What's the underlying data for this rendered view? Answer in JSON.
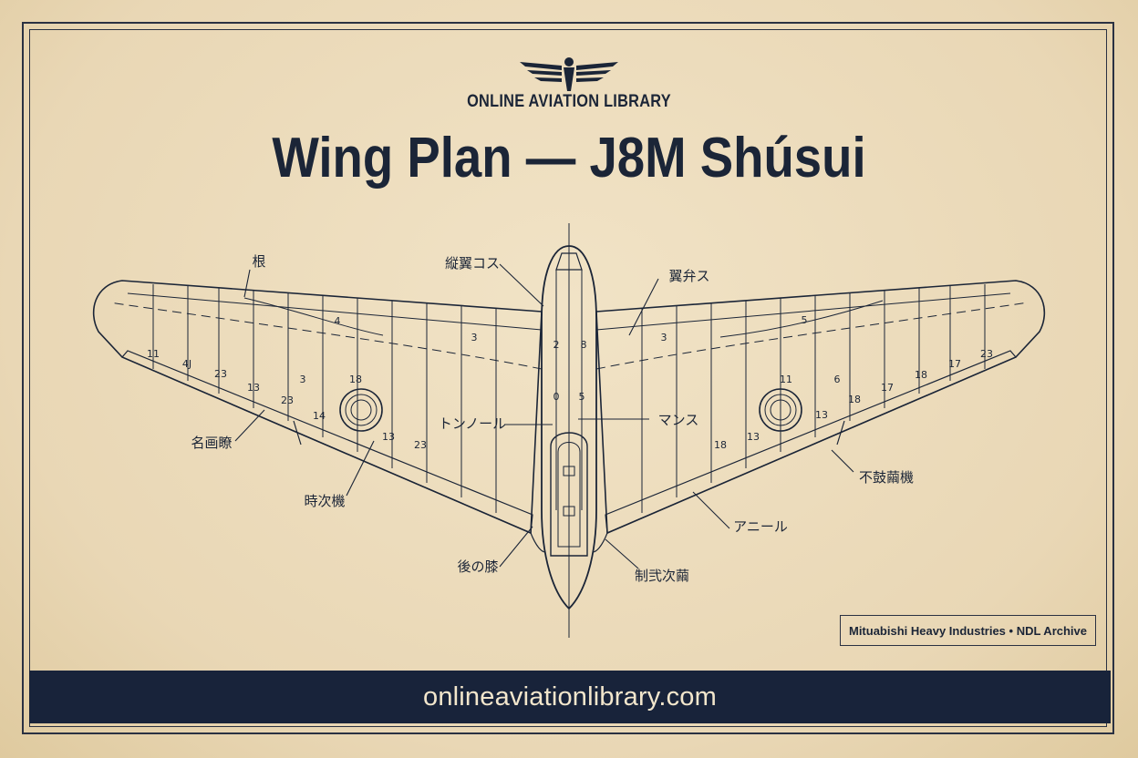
{
  "brand": {
    "name": "ONLINE AVIATION LIBRARY",
    "logo_icon": "winged-emblem-icon"
  },
  "title": "Wing Plan — J8M Shúsui",
  "source_credit": "Mituabishi Heavy Industries • NDL Archive",
  "footer_url": "onlineaviationlibrary.com",
  "colors": {
    "paper": "#ecdcbd",
    "ink": "#1b2537",
    "footer_band": "#18233a",
    "footer_text": "#f2e6cc"
  },
  "callouts": {
    "root": "根",
    "top_center_left": "縦翼コス",
    "top_center_right": "翼弁ス",
    "left_outer_mid": "名画瞭",
    "center_left": "トンノール",
    "center_right": "マンス",
    "left_lower": "時次機",
    "right_lower": "不鼓繭機",
    "right_bottom": "アニール",
    "bottom_left": "後の膝",
    "bottom_right": "制弐次繭"
  },
  "rib_numbers": {
    "left": [
      "4",
      "3",
      "11",
      "4J",
      "23",
      "13",
      "3",
      "18",
      "23",
      "14",
      "13",
      "23"
    ],
    "center": [
      "2",
      "8",
      "0",
      "5"
    ],
    "right": [
      "5",
      "3",
      "11",
      "6",
      "18",
      "17",
      "18",
      "17",
      "23",
      "13",
      "13",
      "18"
    ]
  }
}
